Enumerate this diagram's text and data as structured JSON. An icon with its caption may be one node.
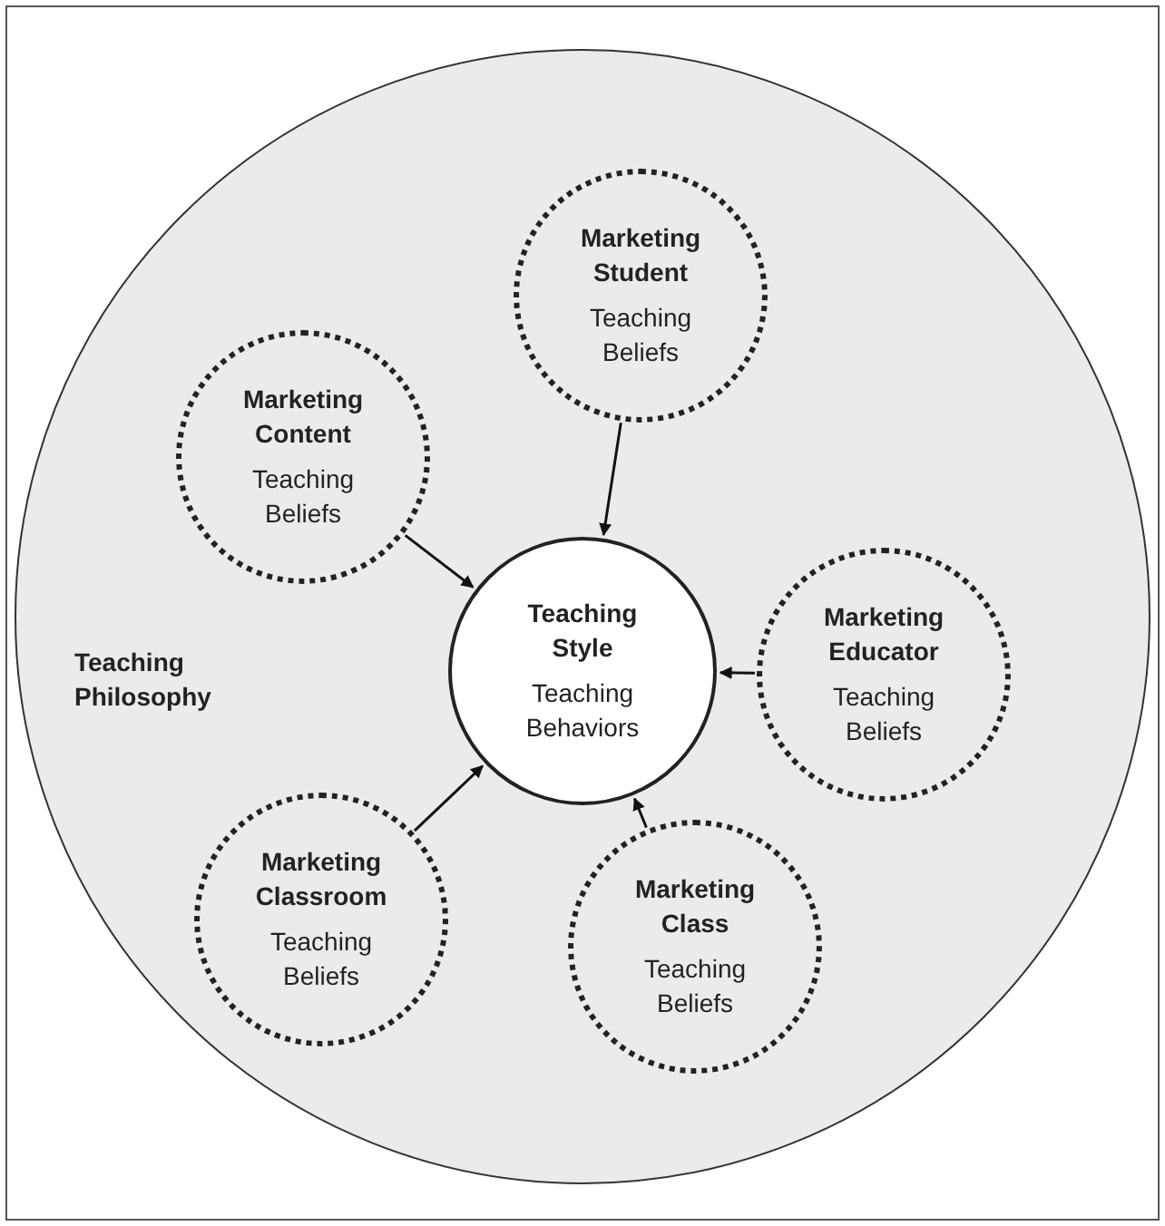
{
  "diagram": {
    "nodes": [
      {
        "text": [
          "Teaching Philosophy"
        ]
      },
      {
        "text": [
          "Marketing Student",
          "Teaching Beliefs"
        ],
        "in": 0
      },
      {
        "text": [
          "Marketing Content",
          "Teaching Beliefs"
        ],
        "in": 0
      },
      {
        "text": [
          "Teaching Style",
          "Teaching Behaviors"
        ],
        "in": 0
      },
      {
        "text": [
          "Marketing Educator",
          "Teaching Beliefs"
        ],
        "in": 0
      },
      {
        "text": [
          "Marketing Classroom",
          "Teaching Beliefs"
        ],
        "in": 0
      },
      {
        "text": [
          "Marketing Class",
          "Teaching Beliefs"
        ],
        "in": 0
      }
    ],
    "edges": [
      {
        "from": 1,
        "to": 3,
        "arrow": "to"
      },
      {
        "from": 2,
        "to": 3,
        "arrow": "to"
      },
      {
        "from": 4,
        "to": 3,
        "arrow": "to"
      },
      {
        "from": 5,
        "to": 3,
        "arrow": "to"
      },
      {
        "from": 6,
        "to": 3,
        "arrow": "to"
      }
    ]
  }
}
